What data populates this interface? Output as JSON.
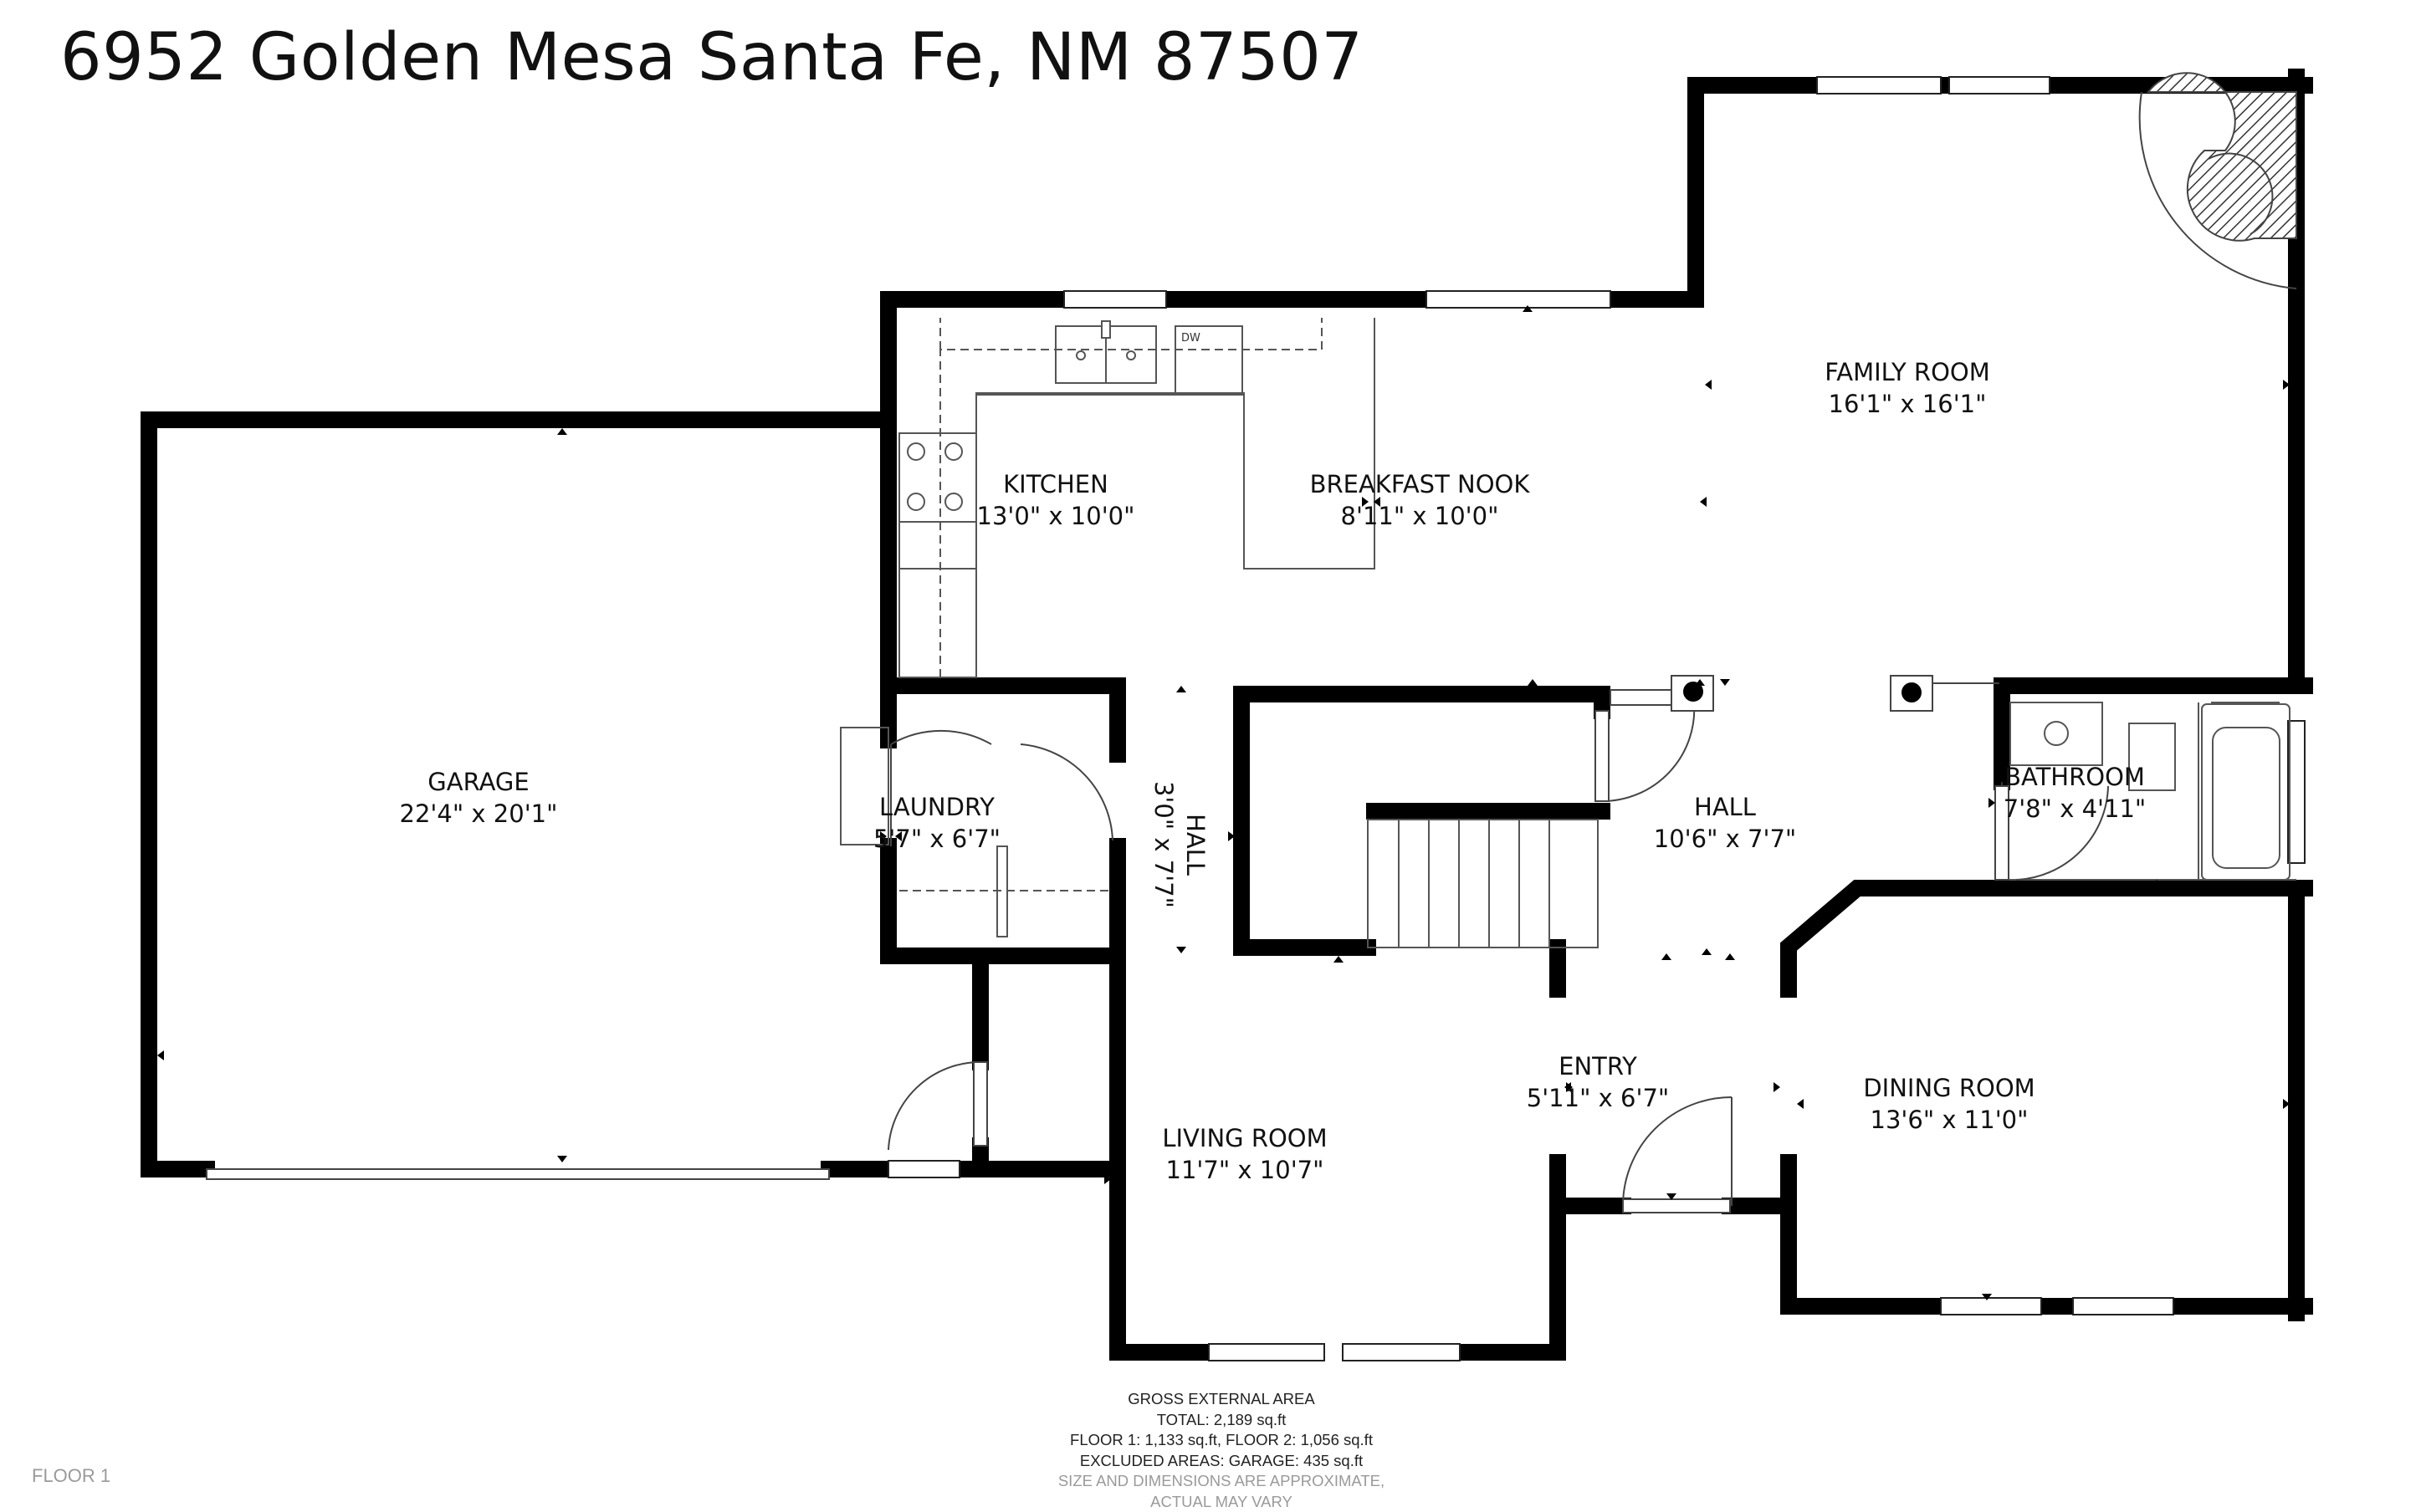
{
  "header": {
    "address": "6952 Golden Mesa Santa Fe, NM 87507"
  },
  "rooms": {
    "family_room": {
      "name": "FAMILY ROOM",
      "dims": "16'1\" x 16'1\""
    },
    "kitchen": {
      "name": "KITCHEN",
      "dims": "13'0\" x 10'0\""
    },
    "breakfast_nook": {
      "name": "BREAKFAST NOOK",
      "dims": "8'11\" x 10'0\""
    },
    "garage": {
      "name": "GARAGE",
      "dims": "22'4\" x 20'1\""
    },
    "laundry": {
      "name": "LAUNDRY",
      "dims": "5'7\" x 6'7\""
    },
    "hall_vertical": {
      "name": "HALL",
      "dims": "3'0\" x 7'7\""
    },
    "hall": {
      "name": "HALL",
      "dims": "10'6\" x 7'7\""
    },
    "bathroom": {
      "name": "BATHROOM",
      "dims": "7'8\" x 4'11\""
    },
    "entry": {
      "name": "ENTRY",
      "dims": "5'11\" x 6'7\""
    },
    "living_room": {
      "name": "LIVING ROOM",
      "dims": "11'7\" x 10'7\""
    },
    "dining_room": {
      "name": "DINING ROOM",
      "dims": "13'6\" x 11'0\""
    }
  },
  "fixtures": {
    "dishwasher": "DW"
  },
  "area_summary": {
    "heading": "GROSS EXTERNAL AREA",
    "total": "TOTAL: 2,189 sq.ft",
    "floors": "FLOOR 1: 1,133 sq.ft, FLOOR 2: 1,056 sq.ft",
    "excluded": "EXCLUDED AREAS: GARAGE: 435 sq.ft",
    "disclaimer": "SIZE AND DIMENSIONS ARE APPROXIMATE, ACTUAL MAY VARY"
  },
  "floor_label": "FLOOR 1",
  "colors": {
    "wall": "#000000",
    "fixture": "#555555",
    "window": "#ffffff"
  }
}
